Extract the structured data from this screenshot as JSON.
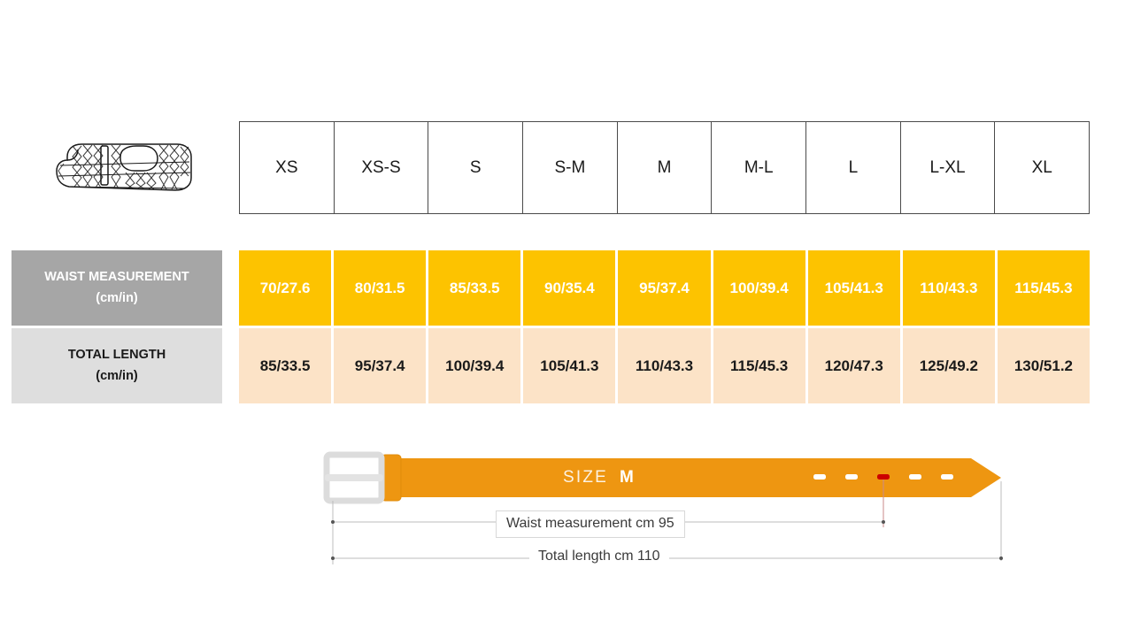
{
  "product_icon": {
    "name": "woven-belt-illustration"
  },
  "size_table": {
    "sizes": [
      "XS",
      "XS-S",
      "S",
      "S-M",
      "M",
      "M-L",
      "L",
      "L-XL",
      "XL"
    ],
    "rows": [
      {
        "key": "waist",
        "label_main": "WAIST MEASUREMENT",
        "label_sub": "(cm/in)",
        "values": [
          "70/27.6",
          "80/31.5",
          "85/33.5",
          "90/35.4",
          "95/37.4",
          "100/39.4",
          "105/41.3",
          "110/43.3",
          "115/45.3"
        ]
      },
      {
        "key": "length",
        "label_main": "TOTAL LENGTH",
        "label_sub": "(cm/in)",
        "values": [
          "85/33.5",
          "95/37.4",
          "100/39.4",
          "105/41.3",
          "110/43.3",
          "115/45.3",
          "120/47.3",
          "125/49.2",
          "130/51.2"
        ]
      }
    ]
  },
  "diagram": {
    "size_word": "SIZE",
    "size_value": "M",
    "waist_label": "Waist measurement cm 95",
    "length_label": "Total length cm 110",
    "holes_total": 5,
    "highlighted_hole_index": 2
  },
  "colors": {
    "waist_fill": "#fdc300",
    "length_fill": "#fce3c7",
    "waist_label_bg": "#a6a6a6",
    "length_label_bg": "#dedede",
    "belt_body": "#ee9611",
    "hole_highlight": "#cc0000",
    "buckle": "#e3e3e3",
    "table_border": "#4a4a4a"
  }
}
